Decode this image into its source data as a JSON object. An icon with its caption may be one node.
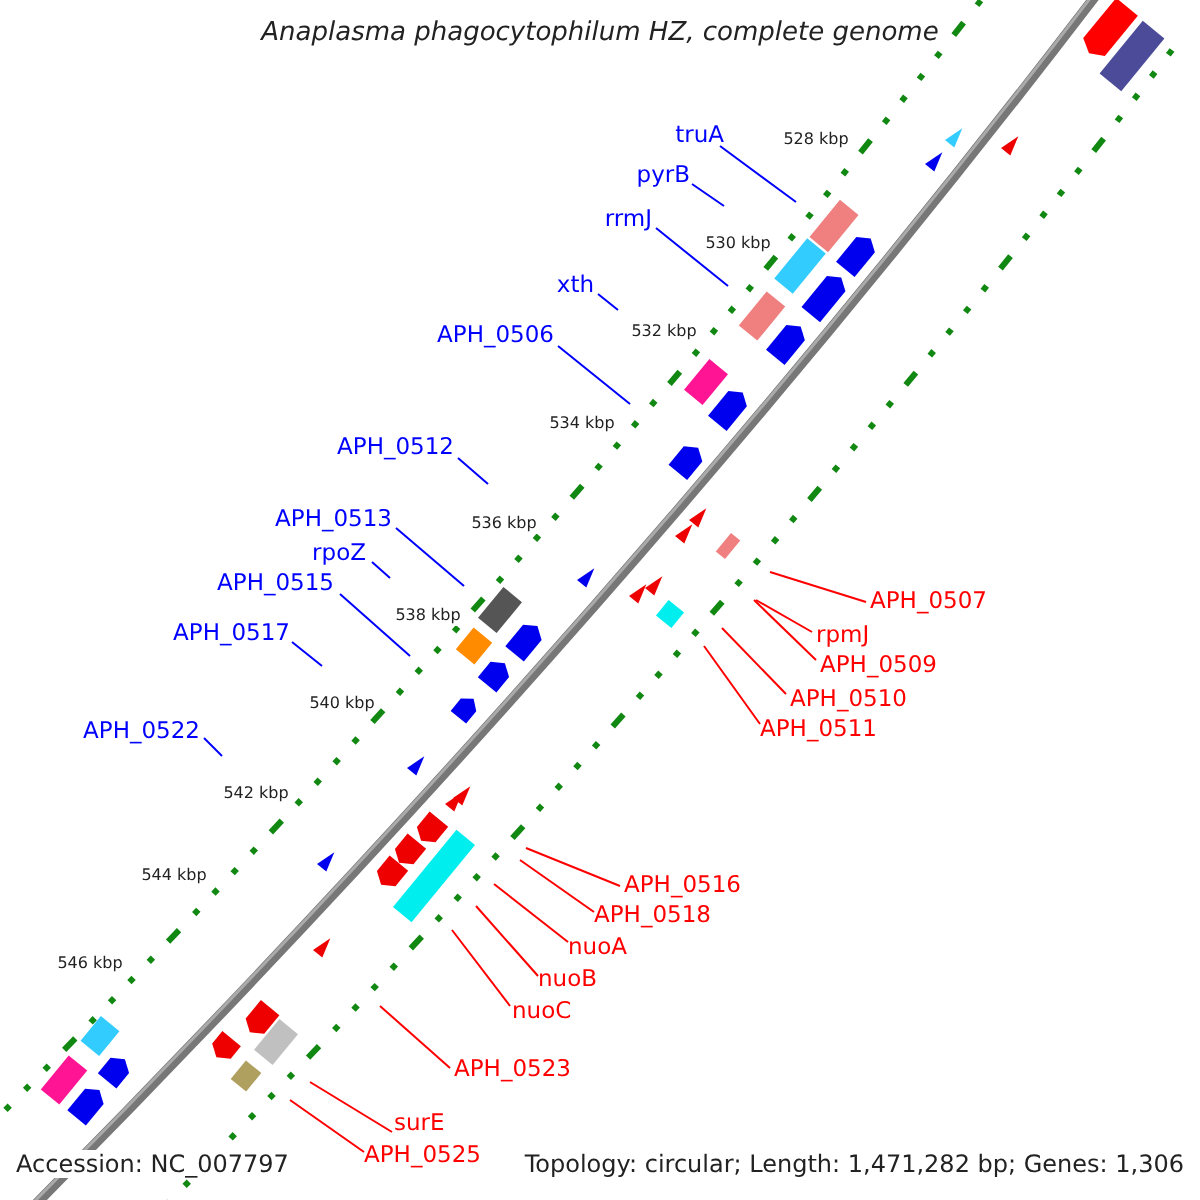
{
  "diagram": {
    "title": "Anaplasma phagocytophilum HZ, complete genome",
    "nodes": [
      {
        "text": [
          "truA"
        ]
      },
      {
        "text": [
          "pyrB"
        ]
      },
      {
        "text": [
          "rrmJ"
        ]
      },
      {
        "text": [
          "xth"
        ]
      },
      {
        "text": [
          "APH_0506"
        ]
      },
      {
        "text": [
          "APH_0512"
        ]
      },
      {
        "text": [
          "APH_0513"
        ]
      },
      {
        "text": [
          "rpoZ"
        ]
      },
      {
        "text": [
          "APH_0515"
        ]
      },
      {
        "text": [
          "APH_0517"
        ]
      },
      {
        "text": [
          "APH_0522"
        ]
      },
      {
        "text": [
          "APH_0507"
        ]
      },
      {
        "text": [
          "rpmJ"
        ]
      },
      {
        "text": [
          "APH_0509"
        ]
      },
      {
        "text": [
          "APH_0510"
        ]
      },
      {
        "text": [
          "APH_0511"
        ]
      },
      {
        "text": [
          "APH_0516"
        ]
      },
      {
        "text": [
          "APH_0518"
        ]
      },
      {
        "text": [
          "nuoA"
        ]
      },
      {
        "text": [
          "nuoB"
        ]
      },
      {
        "text": [
          "nuoC"
        ]
      },
      {
        "text": [
          "APH_0523"
        ]
      },
      {
        "text": [
          "surE"
        ]
      },
      {
        "text": [
          "APH_0525"
        ]
      }
    ],
    "edges": [
      {
        "from": 0,
        "to": null,
        "arrow": "none",
        "color": "#0000ff"
      },
      {
        "from": 1,
        "to": null,
        "arrow": "none",
        "color": "#0000ff"
      },
      {
        "from": 2,
        "to": null,
        "arrow": "none",
        "color": "#0000ff"
      },
      {
        "from": 3,
        "to": null,
        "arrow": "none",
        "color": "#0000ff"
      },
      {
        "from": 4,
        "to": null,
        "arrow": "none",
        "color": "#0000ff"
      },
      {
        "from": 5,
        "to": null,
        "arrow": "none",
        "color": "#0000ff"
      },
      {
        "from": 6,
        "to": null,
        "arrow": "none",
        "color": "#0000ff"
      },
      {
        "from": 7,
        "to": null,
        "arrow": "none",
        "color": "#0000ff"
      },
      {
        "from": 8,
        "to": null,
        "arrow": "none",
        "color": "#0000ff"
      },
      {
        "from": 9,
        "to": null,
        "arrow": "none",
        "color": "#0000ff"
      },
      {
        "from": 10,
        "to": null,
        "arrow": "none",
        "color": "#0000ff"
      },
      {
        "from": 11,
        "to": null,
        "arrow": "none"
      },
      {
        "from": 12,
        "to": null,
        "arrow": "none"
      },
      {
        "from": 13,
        "to": null,
        "arrow": "none"
      },
      {
        "from": 14,
        "to": null,
        "arrow": "none"
      },
      {
        "from": 15,
        "to": null,
        "arrow": "none"
      },
      {
        "from": 16,
        "to": null,
        "arrow": "none"
      },
      {
        "from": 17,
        "to": null,
        "arrow": "none"
      },
      {
        "from": 18,
        "to": null,
        "arrow": "none"
      },
      {
        "from": 19,
        "to": null,
        "arrow": "none"
      },
      {
        "from": 20,
        "to": null,
        "arrow": "none"
      },
      {
        "from": 21,
        "to": null,
        "arrow": "none"
      },
      {
        "from": 22,
        "to": null,
        "arrow": "none"
      },
      {
        "from": 23,
        "to": null,
        "arrow": "none"
      }
    ],
    "labels": [
      "528 kbp",
      "530 kbp",
      "532 kbp",
      "534 kbp",
      "536 kbp",
      "538 kbp",
      "540 kbp",
      "542 kbp",
      "544 kbp",
      "546 kbp",
      "Accession: NC_007797",
      "Topology: circular; Length: 1,471,282 bp; Genes: 1,306"
    ]
  }
}
